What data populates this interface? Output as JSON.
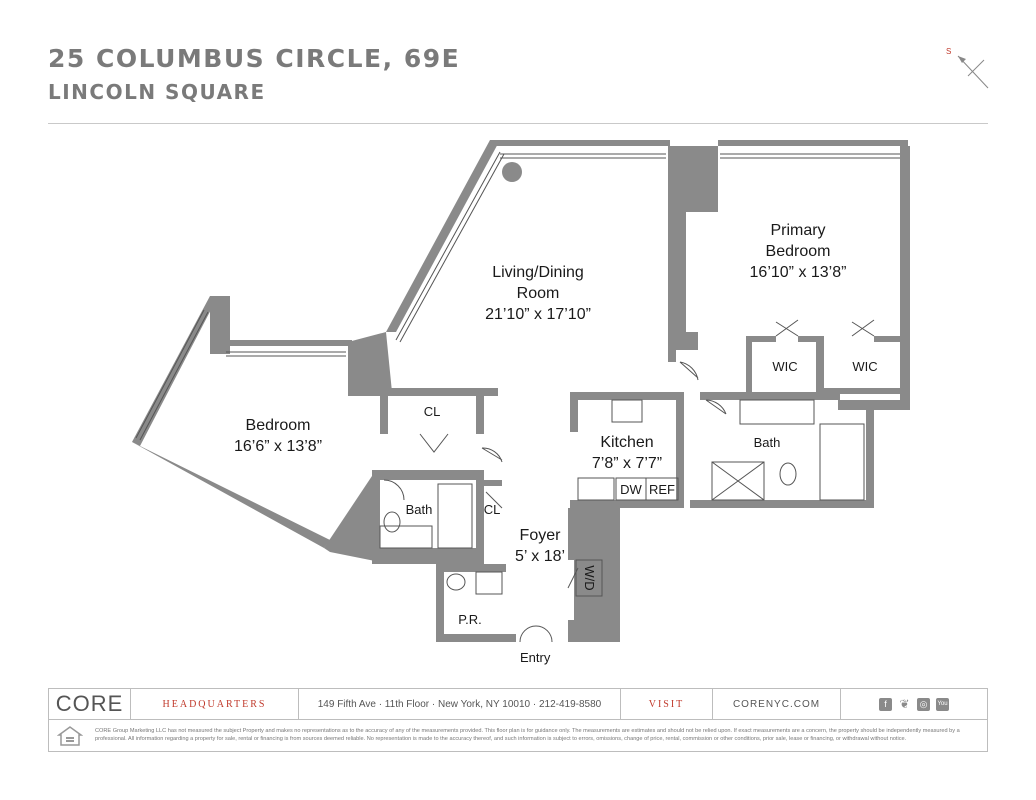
{
  "header": {
    "address": "25 COLUMBUS CIRCLE, 69E",
    "neighborhood": "LINCOLN SQUARE",
    "compass_label": "S"
  },
  "rooms": {
    "living": {
      "name_line1": "Living/Dining",
      "name_line2": "Room",
      "dims": "21’10” x 17’10”"
    },
    "primary": {
      "name_line1": "Primary",
      "name_line2": "Bedroom",
      "dims": "16’10” x 13’8”"
    },
    "bedroom": {
      "name": "Bedroom",
      "dims": "16’6” x 13’8”"
    },
    "kitchen": {
      "name": "Kitchen",
      "dims": "7’8” x 7’7”"
    },
    "foyer": {
      "name": "Foyer",
      "dims": "5’ x 18’"
    },
    "wic1": "WIC",
    "wic2": "WIC",
    "bath_primary": "Bath",
    "bath_second": "Bath",
    "closet_bedroom": "CL",
    "closet_foyer": "CL",
    "powder": "P.R.",
    "dishwasher": "DW",
    "refrigerator": "REF",
    "washer_dryer": "W/D",
    "entry": "Entry"
  },
  "footer": {
    "logo": "CORE",
    "hq_label": "HEADQUARTERS",
    "address": "149 Fifth Ave · 11th Floor · New York, NY 10010 · 212-419-8580",
    "visit_label": "VISIT",
    "website": "CORENYC.COM",
    "social_icons": [
      "facebook-icon",
      "twitter-icon",
      "instagram-icon",
      "youtube-icon"
    ],
    "disclaimer": "CORE Group Marketing LLC has not measured the subject Property and makes no representations as to the accuracy of any of the measurements provided. This floor plan is for guidance only. The measurements are estimates and should not be relied upon. If exact measurements are a concern, the property should be independently measured by a professional. All information regarding a property for sale, rental or financing is from sources deemed reliable. No representation is made to the accuracy thereof, and such information is subject to errors, omissions, change of price, rental, commission or other conditions, prior sale, lease or financing, or withdrawal without notice."
  },
  "colors": {
    "wall": "#8a8a8a",
    "title": "#7a7a7a",
    "accent_red": "#c0392b"
  }
}
